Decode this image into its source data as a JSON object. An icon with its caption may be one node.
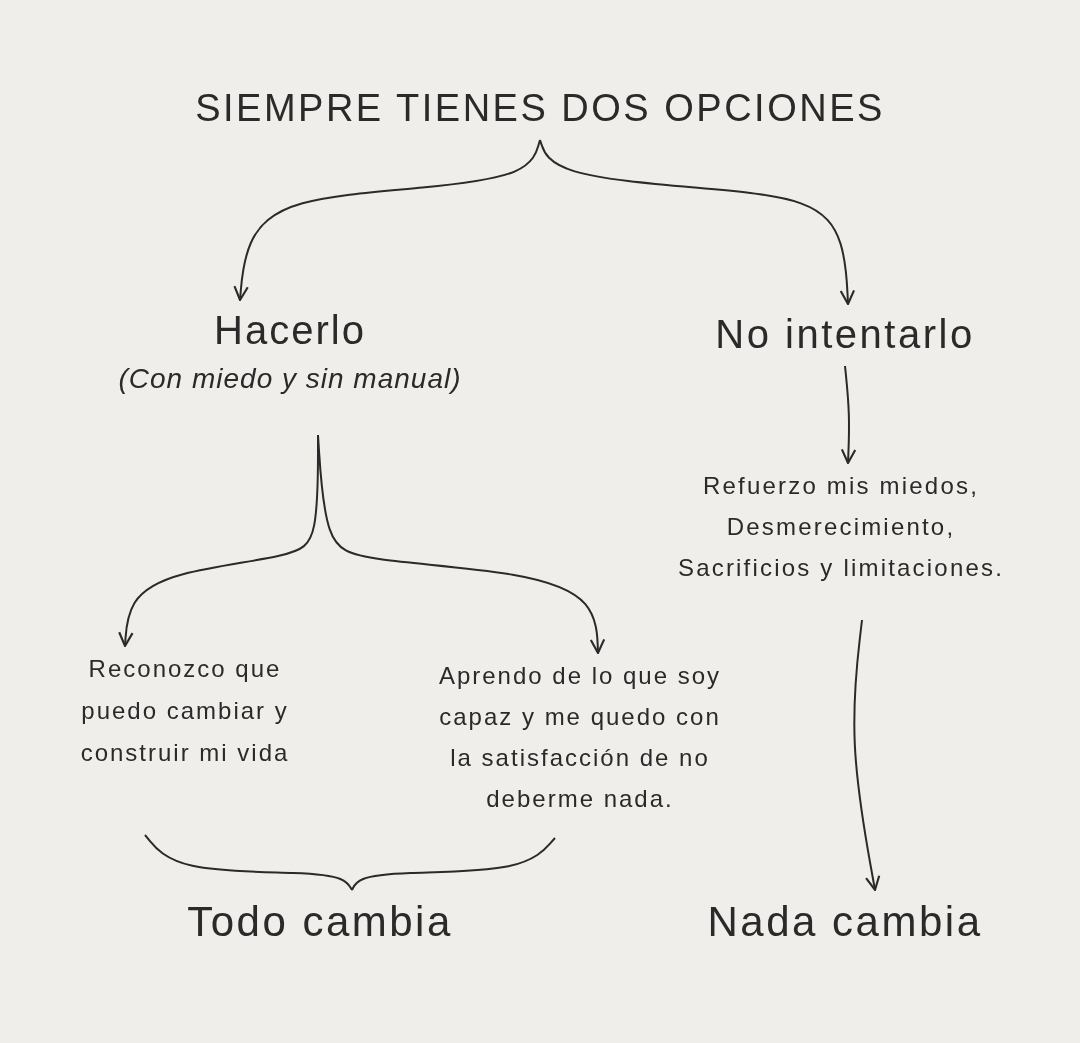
{
  "diagram": {
    "nodes": [
      {
        "text": [
          "SIEMPRE TIENES DOS OPCIONES"
        ]
      },
      {
        "text": [
          "Hacerlo",
          "(Con miedo y sin manual)"
        ]
      },
      {
        "text": [
          "No intentarlo"
        ]
      },
      {
        "text": [
          "Refuerzo mis miedos, Desmerecimiento, Sacrificios y limitaciones."
        ]
      },
      {
        "text": [
          "Reconozco que puedo cambiar y construir mi vida"
        ]
      },
      {
        "text": [
          "Aprendo de lo que soy capaz y me quedo con la satisfacción de no deberme nada."
        ]
      },
      {
        "text": [
          "Todo cambia"
        ]
      },
      {
        "text": [
          "Nada cambia"
        ]
      }
    ],
    "edges": [
      {
        "from": 0,
        "to": 1,
        "arrow": "to"
      },
      {
        "from": 0,
        "to": 2,
        "arrow": "to"
      },
      {
        "from": 2,
        "to": 3,
        "arrow": "to"
      },
      {
        "from": 1,
        "to": 4,
        "arrow": "to"
      },
      {
        "from": 1,
        "to": 5,
        "arrow": "to"
      },
      {
        "from": 3,
        "to": 7,
        "arrow": "to"
      },
      {
        "from": 4,
        "to": 6,
        "arrow": "none"
      },
      {
        "from": 5,
        "to": 6,
        "arrow": "none"
      }
    ]
  }
}
